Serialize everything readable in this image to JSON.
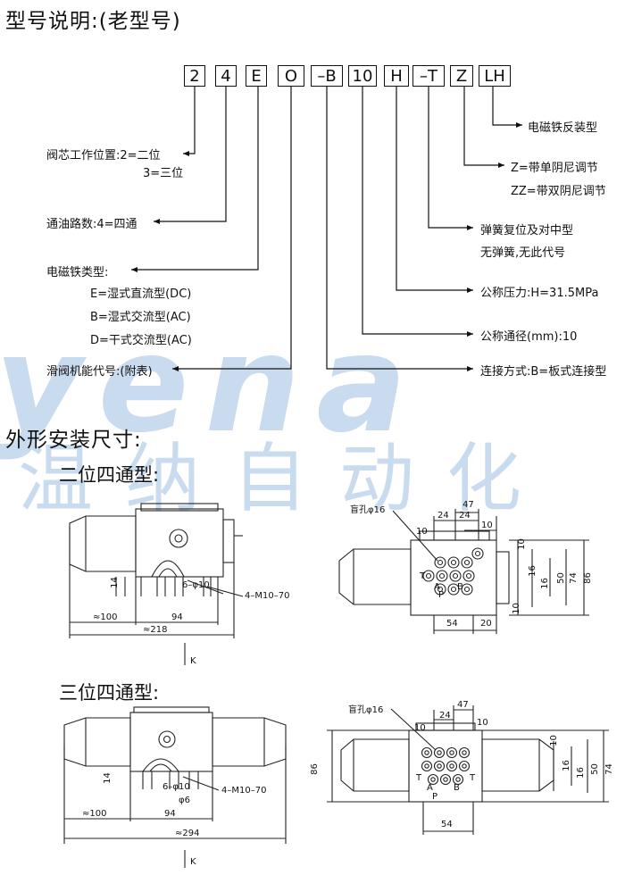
{
  "header": {
    "title": "型号说明:(老型号)"
  },
  "model_code": [
    "2",
    "4",
    "E",
    "O",
    "–B",
    "10",
    "H",
    "–T",
    "Z",
    "LH"
  ],
  "left_labels": {
    "position_1": "阀芯工作位置:2=二位",
    "position_2": "3=三位",
    "ports": "通油路数:4=四通",
    "solenoid_title": "电磁铁类型:",
    "solenoid_e": "E=湿式直流型(DC)",
    "solenoid_b": "B=湿式交流型(AC)",
    "solenoid_d": "D=干式交流型(AC)",
    "function": "滑阀机能代号:(附表)"
  },
  "right_labels": {
    "reverse": "电磁铁反装型",
    "damper_1": "Z=带单阴尼调节",
    "damper_2": "ZZ=带双阴尼调节",
    "spring_1": "弹簧复位及对中型",
    "spring_2": "无弹簧,无此代号",
    "pressure": "公称压力:H=31.5MPa",
    "diameter": "公称通径(mm):10",
    "connection": "连接方式:B=板式连接型"
  },
  "watermark": {
    "latin": "yena",
    "cn": "温纳自动化",
    "color": "#c9dbee"
  },
  "section2": {
    "title": "外形安装尺寸:",
    "sub2": "二位四通型:",
    "sub3": "三位四通型:"
  },
  "dims_2pos": {
    "d14": "14",
    "d6_10": "6–φ10",
    "bolts": "4–M10–70",
    "d100": "≈100",
    "d94": "94",
    "d218": "≈218",
    "view": "K"
  },
  "dims_2pos_right": {
    "blind": "盲孔φ16",
    "d47": "47",
    "d24a": "24",
    "d24b": "24",
    "d10a": "10",
    "d10b": "10",
    "d10c": "10",
    "d16a": "16",
    "d16b": "16",
    "d50": "50",
    "d74": "74",
    "d86": "86",
    "d10d": "10",
    "d54": "54",
    "d20": "20",
    "pT": "T",
    "pA": "A",
    "pP": "P",
    "pB": "B"
  },
  "dims_3pos": {
    "d14": "14",
    "d6_10": "6–φ10",
    "d6": "φ6",
    "bolts": "4–M10–70",
    "d100": "≈100",
    "d94": "94",
    "d294": "≈294",
    "view": "K"
  },
  "dims_3pos_right": {
    "blind": "盲孔φ16",
    "d47": "47",
    "d24": "24",
    "d10a": "10",
    "d10b": "10",
    "d10c": "10",
    "d16a": "16",
    "d16b": "16",
    "d50": "50",
    "d74": "74",
    "d86": "86",
    "d54": "54",
    "pT": "T",
    "pT2": "T",
    "pA": "A",
    "pP": "P",
    "pB": "B"
  }
}
